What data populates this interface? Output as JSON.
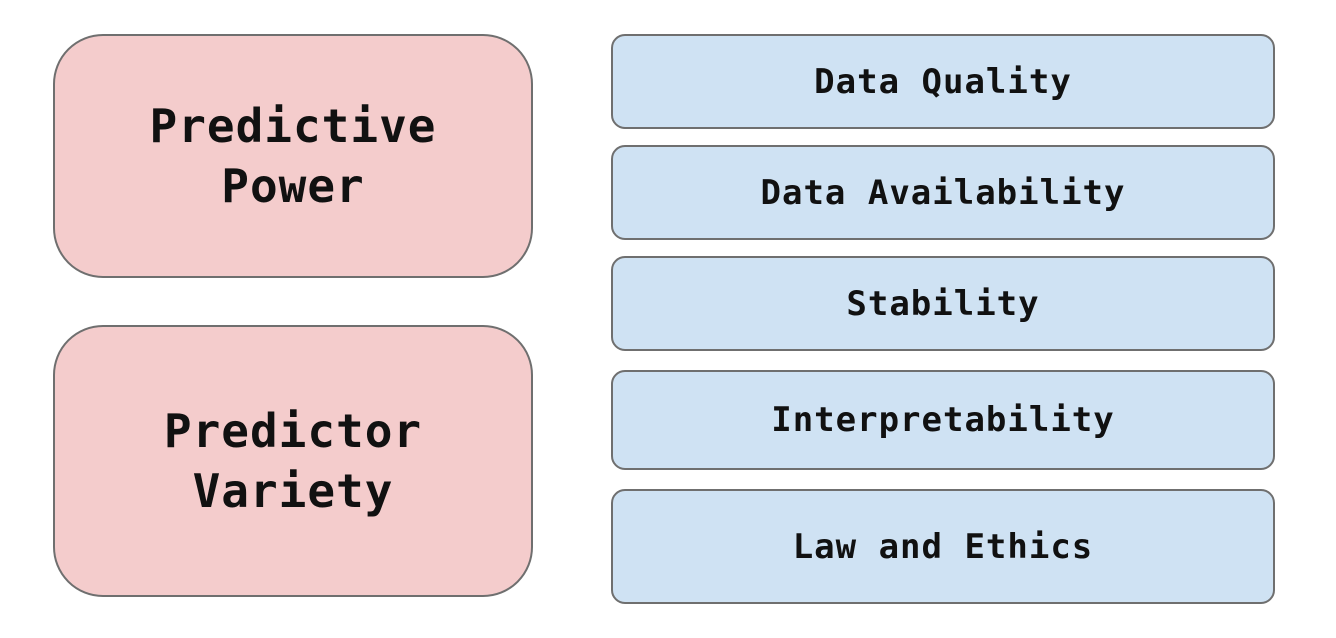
{
  "left_boxes": [
    {
      "label": "Predictive\nPower",
      "color": "#f4cccc"
    },
    {
      "label": "Predictor\nVariety",
      "color": "#f4cccc"
    }
  ],
  "right_boxes": [
    {
      "label": "Data Quality",
      "color": "#cfe2f3"
    },
    {
      "label": "Data Availability",
      "color": "#cfe2f3"
    },
    {
      "label": "Stability",
      "color": "#cfe2f3"
    },
    {
      "label": "Interpretability",
      "color": "#cfe2f3"
    },
    {
      "label": "Law and Ethics",
      "color": "#cfe2f3"
    }
  ]
}
